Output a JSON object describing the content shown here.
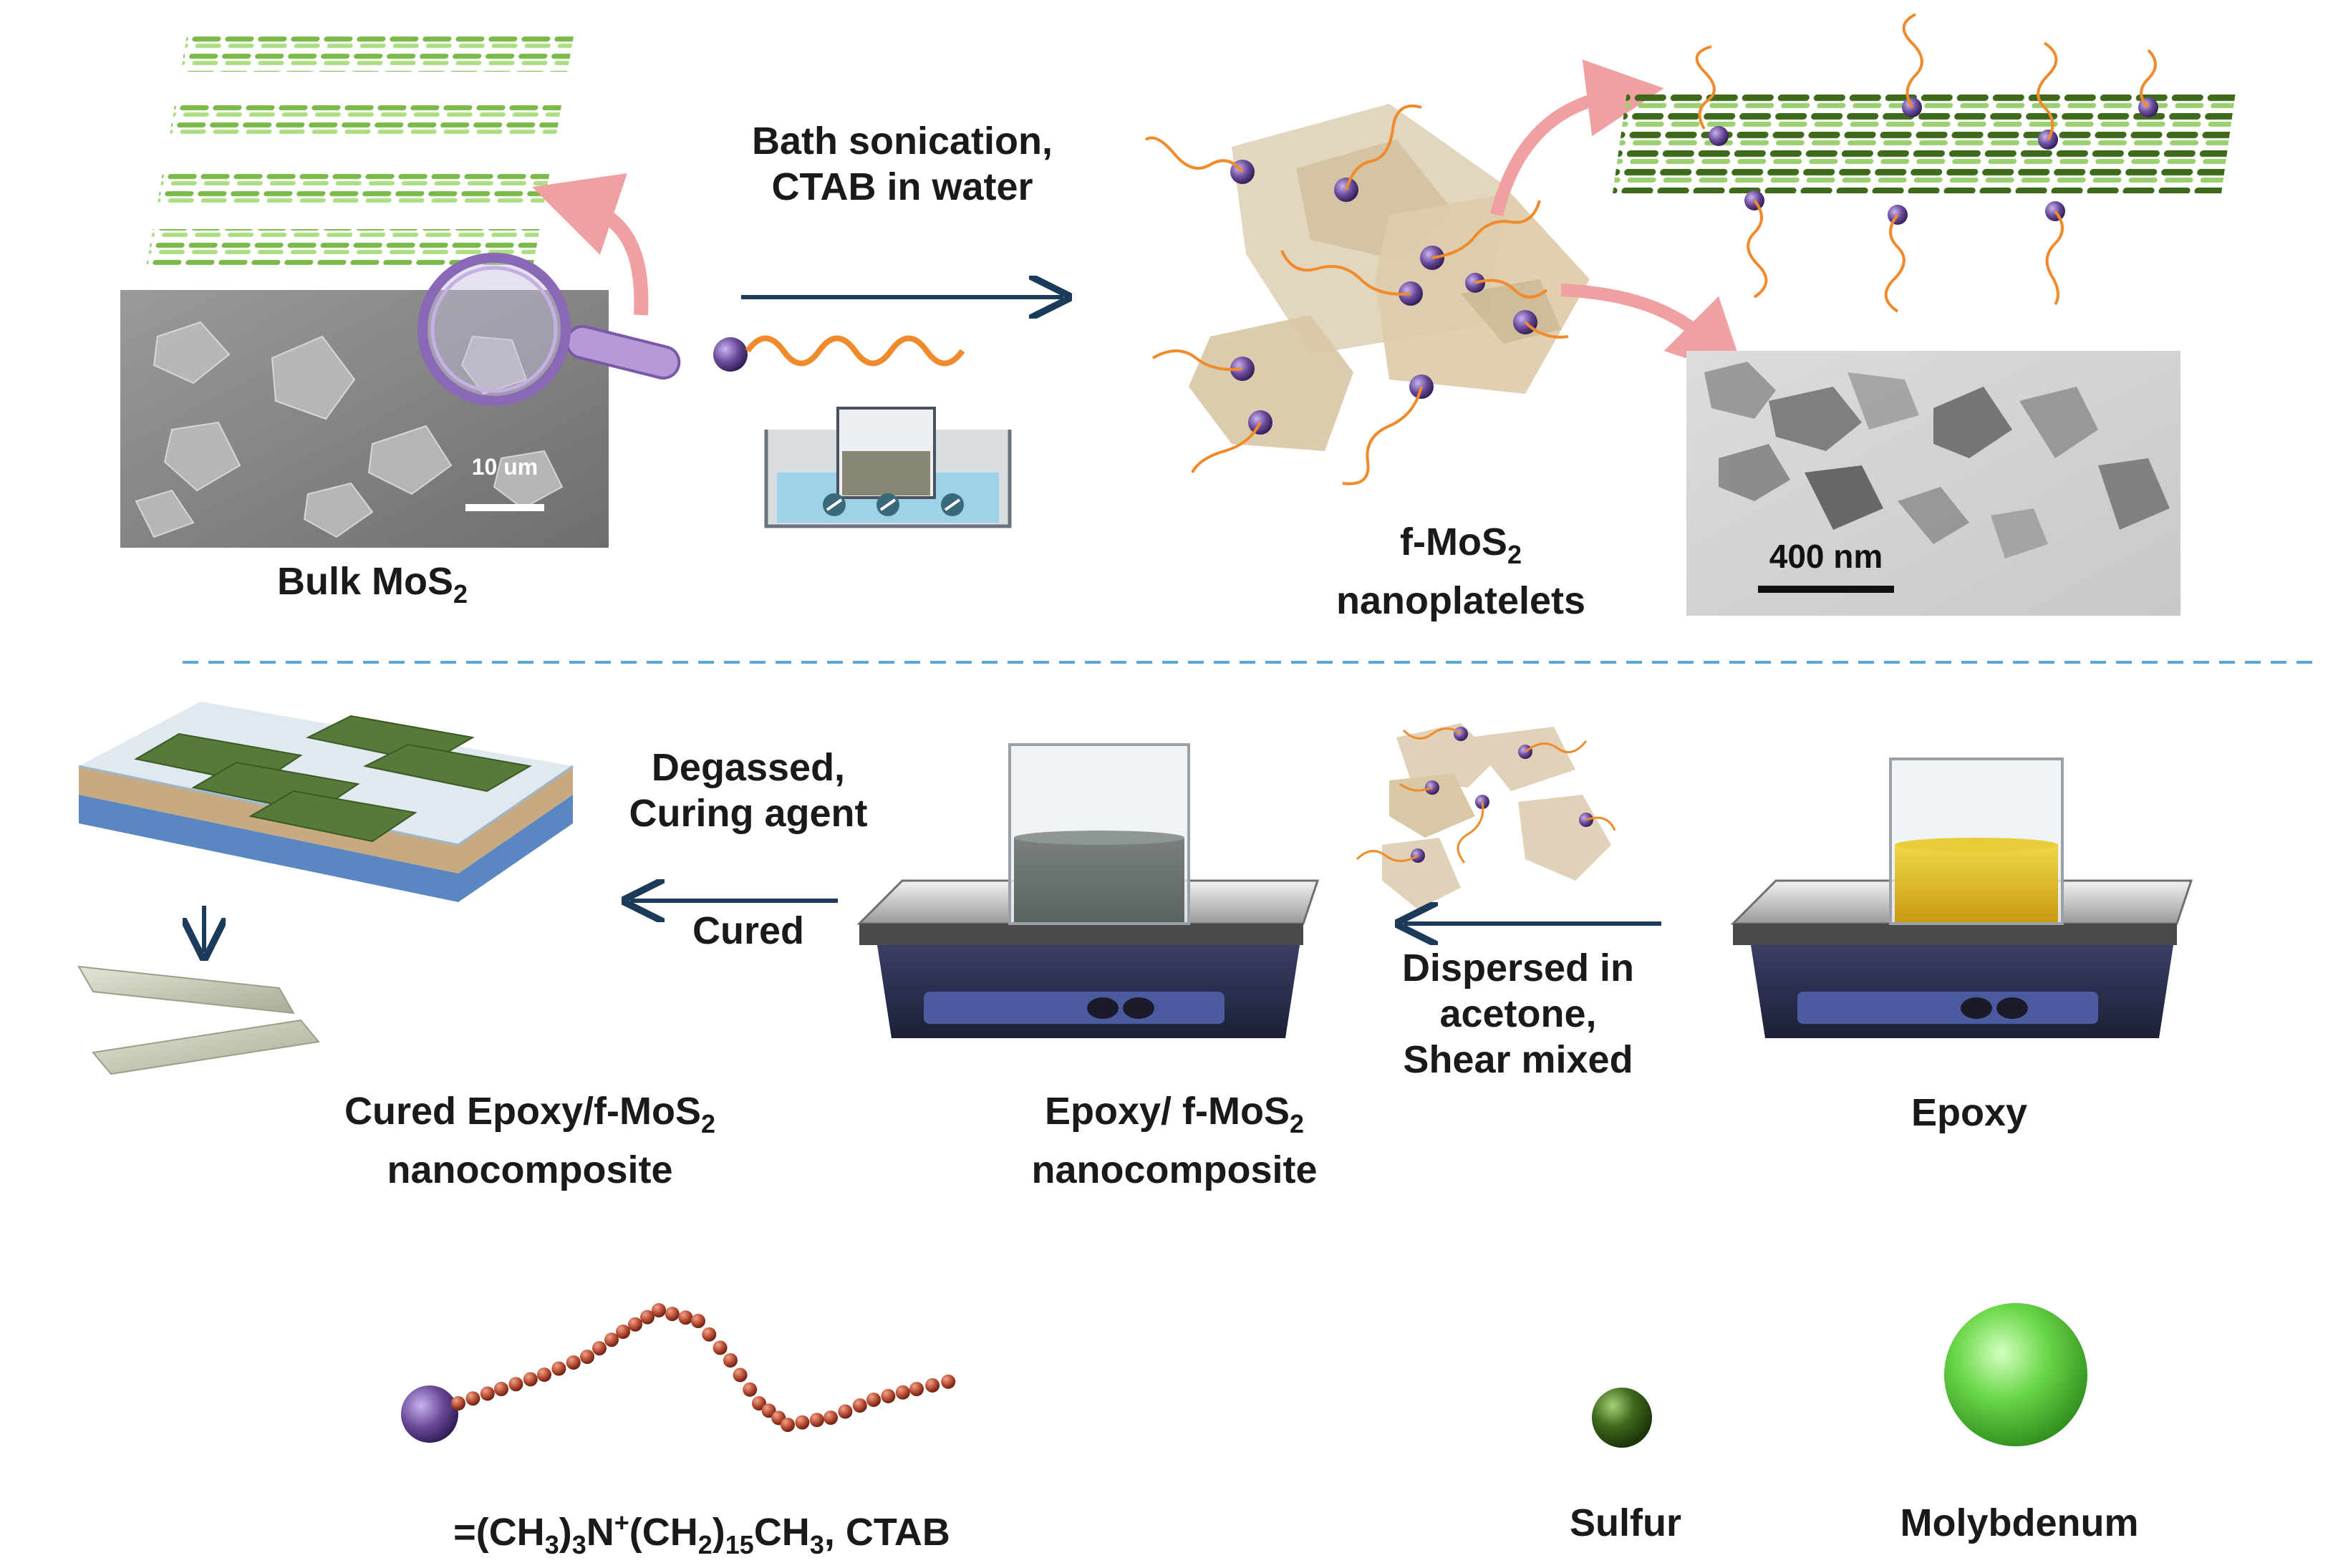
{
  "top": {
    "sem_scale": "10 um",
    "bulk_label": "Bulk MoS",
    "bulk_sub": "2",
    "process_line1": "Bath sonication,",
    "process_line2": "CTAB in water",
    "fmos2_label": "f-MoS",
    "fmos2_sub": "2",
    "fmos2_line2": "nanoplatelets",
    "tem_scale": "400 nm"
  },
  "bottom": {
    "step1_line1": "Degassed,",
    "step1_line2": "Curing agent",
    "step1_line3": "Cured",
    "step2_line1": "Dispersed in",
    "step2_line2": "acetone,",
    "step2_line3": "Shear mixed",
    "cured_label": "Cured Epoxy/f-MoS",
    "cured_sub": "2",
    "cured_line2": "nanocomposite",
    "mix_label": "Epoxy/ f-MoS",
    "mix_sub": "2",
    "mix_line2": "nanocomposite",
    "epoxy_label": "Epoxy"
  },
  "legend": {
    "ctab_prefix": "=(CH",
    "ctab_s1": "3",
    "ctab_p2": ")",
    "ctab_s2": "3",
    "ctab_p3": "N",
    "ctab_sup": "+",
    "ctab_p4": "(CH",
    "ctab_s3": "2",
    "ctab_p5": ")",
    "ctab_s4": "15",
    "ctab_p6": "CH",
    "ctab_s5": "3",
    "ctab_p7": ", CTAB",
    "sulfur": "Sulfur",
    "molybdenum": "Molybdenum"
  },
  "colors": {
    "divider": "#5aa6dc",
    "arrow": "#1c3a5a",
    "pink_arrow": "#f0a0a0",
    "platelet": "#e0d2b8",
    "head_purple": "#6a4a9a",
    "tail_orange": "#f08a2a",
    "sulfur_green": "#3f6a1c",
    "molybdenum_green": "#6cd84a",
    "epoxy_yellow": "#e6c420"
  }
}
